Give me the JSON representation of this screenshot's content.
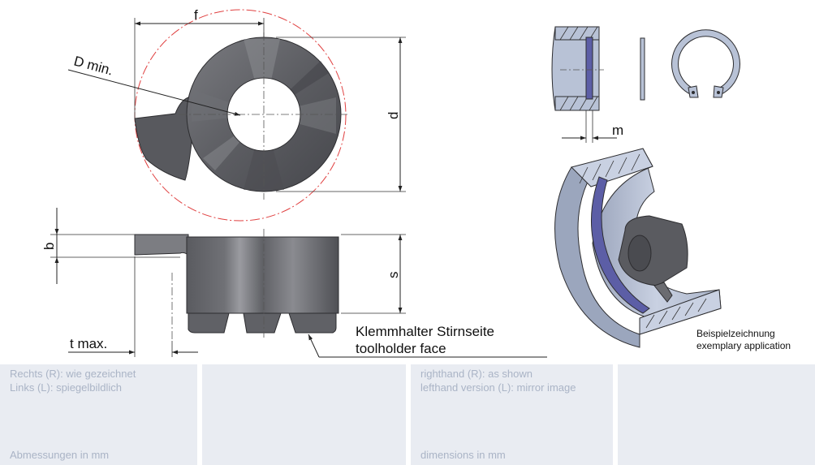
{
  "labels": {
    "f": "f",
    "d_min": "D min.",
    "d": "d",
    "b": "b",
    "s": "s",
    "t_max": "t max.",
    "m": "m"
  },
  "callout": {
    "line1": "Klemmhalter Stirnseite",
    "line2": "toolholder face"
  },
  "example": {
    "line1": "Beispielzeichnung",
    "line2": "exemplary application"
  },
  "info": {
    "de": {
      "line1": "Rechts (R): wie gezeichnet",
      "line2": "Links (L): spiegelbildlich",
      "units": "Abmessungen in mm"
    },
    "en": {
      "line1": "righthand (R): as shown",
      "line2": "lefthand version (L): mirror image",
      "units": "dimensions in mm"
    }
  },
  "colors": {
    "steel_dark": "#55565b",
    "steel_light": "#8d8e93",
    "part_blue": "#b8c2d6",
    "ring_blue": "#5c5ea6",
    "dash_red": "#e04040",
    "panel_bg": "#e9ecf2",
    "panel_text": "#aab4c6"
  }
}
